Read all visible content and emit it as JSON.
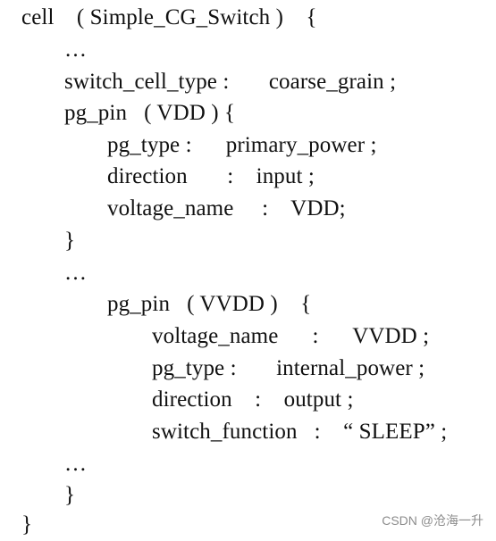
{
  "code": {
    "lines": [
      {
        "indent": 0,
        "text": "cell    ( Simple_CG_Switch )    {"
      },
      {
        "indent": 1,
        "text": "…"
      },
      {
        "indent": 1,
        "text": "switch_cell_type :       coarse_grain ;"
      },
      {
        "indent": 1,
        "text": "pg_pin   ( VDD ) {"
      },
      {
        "indent": 2,
        "text": "pg_type :      primary_power ;"
      },
      {
        "indent": 2,
        "text": "direction       :    input ;"
      },
      {
        "indent": 2,
        "text": "voltage_name     :    VDD;"
      },
      {
        "indent": 1,
        "text": "}"
      },
      {
        "indent": 1,
        "text": "…"
      },
      {
        "indent": 2,
        "text": "pg_pin   ( VVDD )    {"
      },
      {
        "indent": 3,
        "text": "voltage_name      :      VVDD ;"
      },
      {
        "indent": 3,
        "text": "pg_type :       internal_power ;"
      },
      {
        "indent": 3,
        "text": "direction    :    output ;"
      },
      {
        "indent": 3,
        "text": "switch_function   :    “ SLEEP” ;"
      },
      {
        "indent": 1,
        "text": "…"
      },
      {
        "indent": 1,
        "text": "}"
      },
      {
        "indent": 0,
        "text": "}"
      }
    ]
  },
  "watermark": {
    "text": "CSDN @沧海一升",
    "color": "#8c8c8c"
  }
}
